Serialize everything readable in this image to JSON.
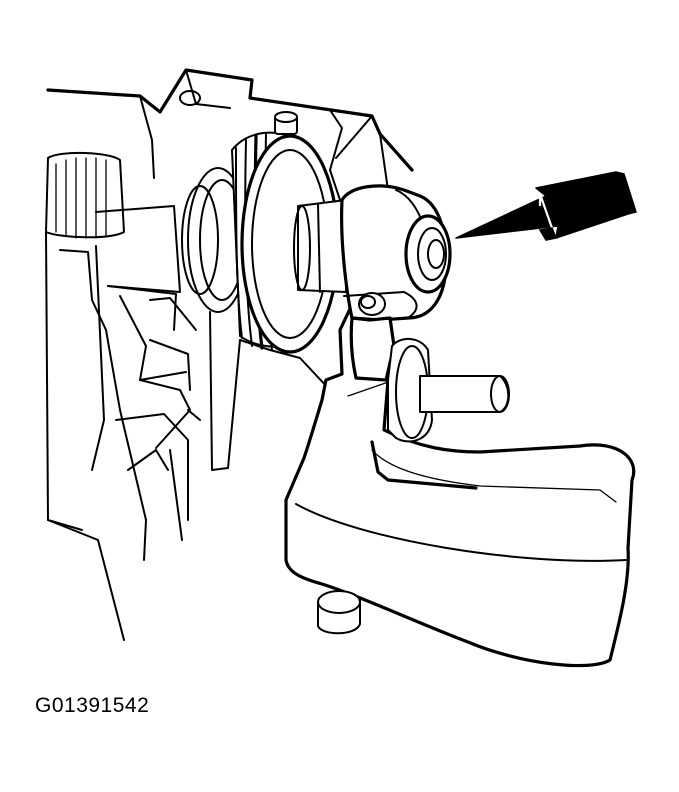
{
  "figure": {
    "code": "G01391542",
    "line_color": "#000000",
    "background": "#ffffff"
  },
  "parts": {
    "housing": "engine-block-housing",
    "pulley": "grooved-pulley",
    "bracket": "mount-bracket",
    "bushing": "bushing-bore",
    "pointer": "black-double-arrow"
  }
}
